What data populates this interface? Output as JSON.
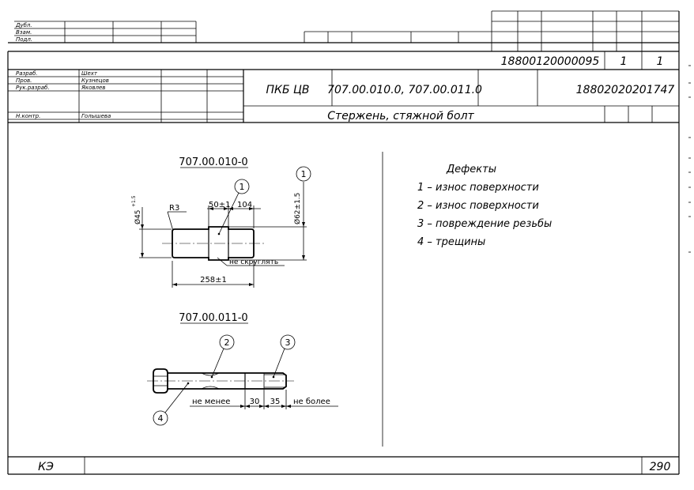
{
  "title_block": {
    "rows_left": [
      "Дубл.",
      "Взам.",
      "Подл."
    ],
    "roles": [
      "Разраб.",
      "Пров.",
      "Рук.разраб.",
      "",
      "Н.контр."
    ],
    "names": [
      "Шехт",
      "Кузнецов",
      "Яковлев",
      "",
      "Голышева"
    ],
    "doc_number": "18800120000095",
    "sheet": "1",
    "sheets": "1",
    "org": "ПКБ ЦВ",
    "designations": "707.00.010.0, 707.00.011.0",
    "code": "18802020201747",
    "part_name": "Стержень, стяжной болт"
  },
  "drawing1": {
    "title": "707.00.010-0",
    "dim_diameter_small": "Ø45",
    "dim_diameter_small_tol": "+1.5",
    "dim_radius": "R3",
    "dim_length_a": "50±1",
    "dim_length_b": "104",
    "dim_diameter_large": "Ø62±1.5",
    "dim_total": "258±1",
    "note": "не скруглять",
    "callout_1": "1",
    "callout_1b": "1"
  },
  "drawing2": {
    "title": "707.00.011-0",
    "callout_2": "2",
    "callout_3": "3",
    "callout_4": "4",
    "label_min": "не менее",
    "dim_30": "30",
    "dim_35": "35",
    "label_max": "не более"
  },
  "defects": {
    "heading": "Дефекты",
    "items": [
      "1  – износ поверхности",
      "2  – износ поверхности",
      "3  – повреждение резьбы",
      "4  – трещины"
    ]
  },
  "footer": {
    "left": "КЭ",
    "page": "290"
  }
}
